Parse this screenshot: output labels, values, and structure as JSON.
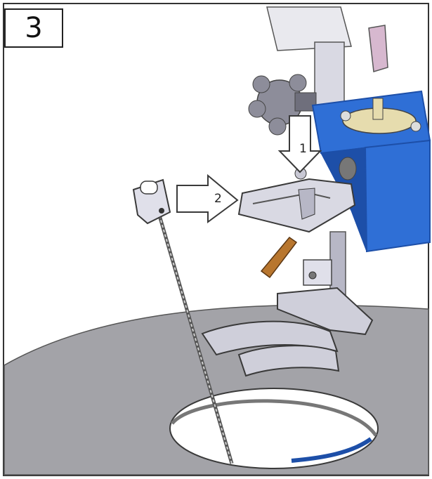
{
  "figure": {
    "step_number": "3",
    "callouts": [
      {
        "id": "arrow-1",
        "label": "1"
      },
      {
        "id": "arrow-2",
        "label": "2"
      }
    ],
    "colors": {
      "platform": "#a3a3a8",
      "housing_blue": "#2f6fd6",
      "housing_blue_dark": "#1d4fa8",
      "metal_light": "#d9d9e3",
      "metal_mid": "#b7b7c6",
      "bronze_tube": "#b8762e",
      "outline": "#3a3a3a",
      "arrow_fill": "#ffffff"
    }
  }
}
